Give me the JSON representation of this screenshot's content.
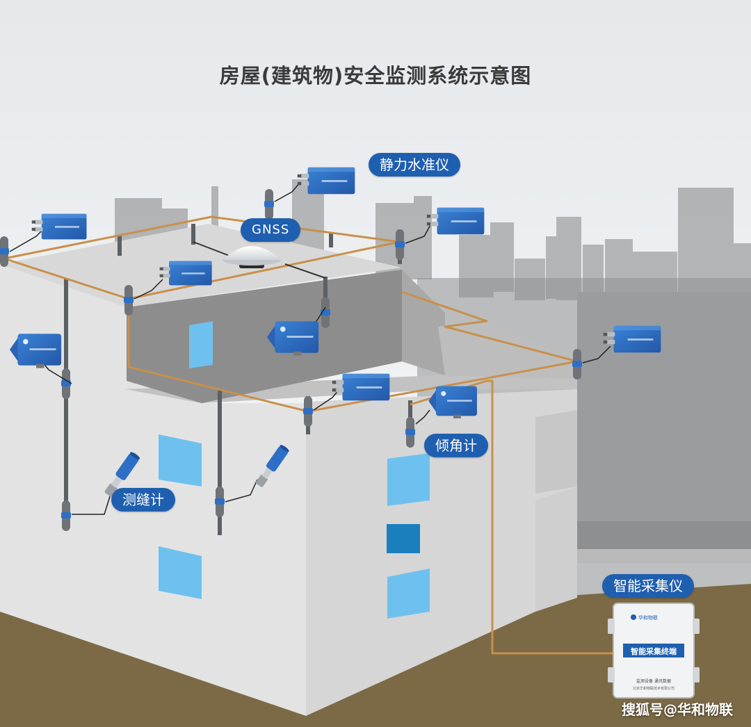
{
  "title": "房屋(建筑物)安全监测系统示意图",
  "labels": {
    "level_gauge": "静力水准仪",
    "gnss": "GNSS",
    "tilt_meter": "倾角计",
    "crack_meter": "测缝计",
    "collector": "智能采集仪"
  },
  "collector_box": {
    "brand": "华和物联",
    "panel_text": "智能采集终端",
    "line1": "监测设备 通讯数据",
    "line2": "北京华和物联技术有限公司"
  },
  "watermark": "搜狐号@华和物联",
  "colors": {
    "sensor_blue": "#2d6fc6",
    "label_blue": "#1f5fb0",
    "cable_orange": "#c8904a",
    "ground_brown": "#7b6a45",
    "building_light": "#e3e3e3",
    "building_dark": "#8d8d8d",
    "window_blue": "#6ec1ee"
  }
}
